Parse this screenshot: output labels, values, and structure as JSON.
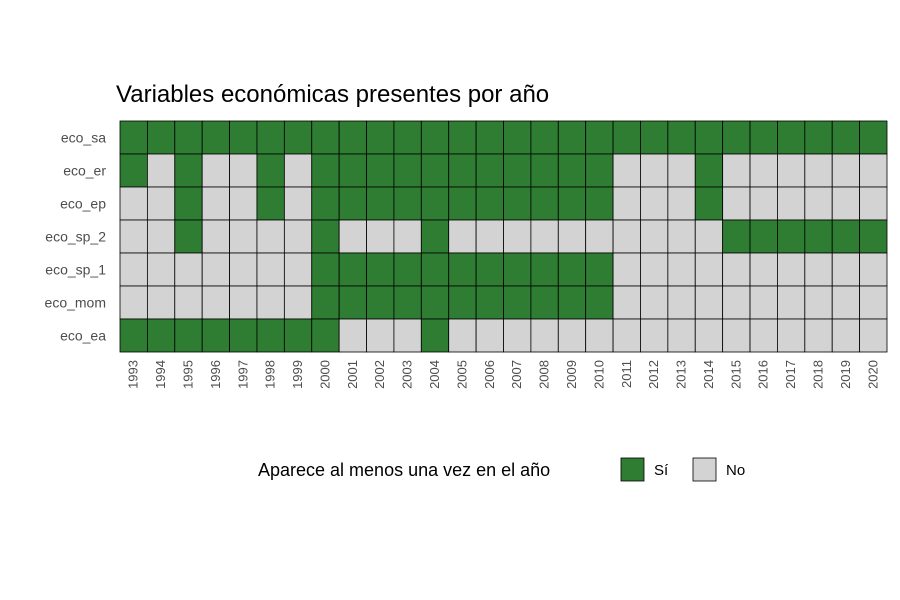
{
  "chart_data": {
    "type": "heatmap",
    "title": "Variables económicas presentes por año",
    "xlabel": "",
    "ylabel": "",
    "years": [
      "1993",
      "1994",
      "1995",
      "1996",
      "1997",
      "1998",
      "1999",
      "2000",
      "2001",
      "2002",
      "2003",
      "2004",
      "2005",
      "2006",
      "2007",
      "2008",
      "2009",
      "2010",
      "2011",
      "2012",
      "2013",
      "2014",
      "2015",
      "2016",
      "2017",
      "2018",
      "2019",
      "2020"
    ],
    "rows": [
      {
        "label": "eco_sa",
        "values": [
          1,
          1,
          1,
          1,
          1,
          1,
          1,
          1,
          1,
          1,
          1,
          1,
          1,
          1,
          1,
          1,
          1,
          1,
          1,
          1,
          1,
          1,
          1,
          1,
          1,
          1,
          1,
          1
        ]
      },
      {
        "label": "eco_er",
        "values": [
          1,
          0,
          1,
          0,
          0,
          1,
          0,
          1,
          1,
          1,
          1,
          1,
          1,
          1,
          1,
          1,
          1,
          1,
          0,
          0,
          0,
          1,
          0,
          0,
          0,
          0,
          0,
          0
        ]
      },
      {
        "label": "eco_ep",
        "values": [
          0,
          0,
          1,
          0,
          0,
          1,
          0,
          1,
          1,
          1,
          1,
          1,
          1,
          1,
          1,
          1,
          1,
          1,
          0,
          0,
          0,
          1,
          0,
          0,
          0,
          0,
          0,
          0
        ]
      },
      {
        "label": "eco_sp_2",
        "values": [
          0,
          0,
          1,
          0,
          0,
          0,
          0,
          1,
          0,
          0,
          0,
          1,
          0,
          0,
          0,
          0,
          0,
          0,
          0,
          0,
          0,
          0,
          1,
          1,
          1,
          1,
          1,
          1
        ]
      },
      {
        "label": "eco_sp_1",
        "values": [
          0,
          0,
          0,
          0,
          0,
          0,
          0,
          1,
          1,
          1,
          1,
          1,
          1,
          1,
          1,
          1,
          1,
          1,
          0,
          0,
          0,
          0,
          0,
          0,
          0,
          0,
          0,
          0
        ]
      },
      {
        "label": "eco_mom",
        "values": [
          0,
          0,
          0,
          0,
          0,
          0,
          0,
          1,
          1,
          1,
          1,
          1,
          1,
          1,
          1,
          1,
          1,
          1,
          0,
          0,
          0,
          0,
          0,
          0,
          0,
          0,
          0,
          0
        ]
      },
      {
        "label": "eco_ea",
        "values": [
          1,
          1,
          1,
          1,
          1,
          1,
          1,
          1,
          0,
          0,
          0,
          1,
          0,
          0,
          0,
          0,
          0,
          0,
          0,
          0,
          0,
          0,
          0,
          0,
          0,
          0,
          0,
          0
        ]
      }
    ],
    "legend": {
      "title": "Aparece al menos una vez en el año",
      "position": "bottom",
      "items": [
        {
          "label": "Sí",
          "value": 1,
          "color": "#2e7d32"
        },
        {
          "label": "No",
          "value": 0,
          "color": "#d3d3d3"
        }
      ]
    },
    "grid": false
  }
}
